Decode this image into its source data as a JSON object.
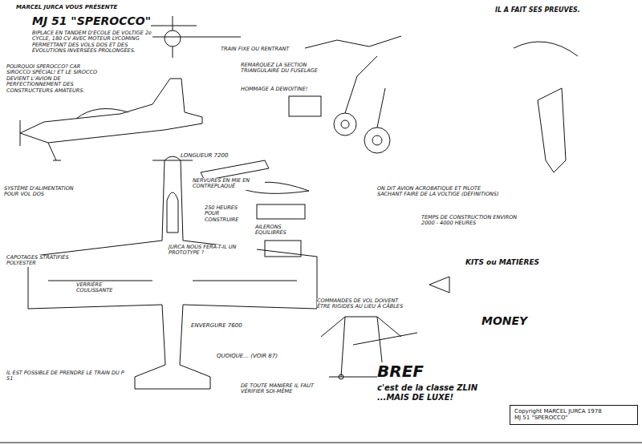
{
  "diagram": {
    "title": "MJ 51 \"SPEROCCO\"",
    "nodes": [
      {
        "text": [
          "Copyright MARCEL JURCA 1978",
          "MJ 51 \"SPEROCCO\""
        ]
      }
    ],
    "labels": [
      "MARCEL JURCA VOUS PRÉSENTE",
      "BIPLACE EN TANDEM D'ÉCOLE DE VOLTIGE 2e CYCLE, 180 CV AVEC MOTEUR LYCOMING PERMETTANT DES VOLS DOS ET DES ÉVOLUTIONS INVERSÉES PROLONGÉES.",
      "POURQUOI SPEROCCO? CAR SIROCCO SPÉCIAL! ET LE SIROCCO DEVIENT L'AVION DE PERFECTIONNEMENT DES CONSTRUCTEURS AMATEURS.",
      "LONGUEUR 7200",
      "SYSTÈME D'ALIMENTATION POUR VOL DOS",
      "CAPOTAGES STRATIFIÉS POLYESTER",
      "VERRIÈRE COULISSANTE",
      "ENVERGURE 7600",
      "NERVURES EN MIE EN CONTREPLAQUÉ",
      "AILERONS ÉQUILIBRÉS",
      "250 HEURES POUR CONSTRUIRE",
      "JURCA NOUS FERA-T-IL UN PROTOTYPE ?",
      "COMMANDES DE VOL DOIVENT ÊTRE RIGIDES AU LIEU À CÂBLES",
      "QUOIQUE... (VOIR 87)",
      "DE TOUTE MANIÈRE IL FAUT VÉRIFIER SOI-MÊME",
      "BREF",
      "c'est de la classe ZLIN ...MAIS DE LUXE!",
      "IL A FAIT SES PREUVES.",
      "ON DIT AVION ACROBATIQUE ET PILOTE SACHANT FAIRE DE LA VOLTIGE (DÉFINITIONS)",
      "TEMPS DE CONSTRUCTION ENVIRON 2000 - 4000 HEURES",
      "KITS ou MATIÈRES",
      "MONEY",
      "HOMMAGE À DEWOITINE!",
      "REMARQUEZ LA SECTION TRIANGULAIRE DU FUSELAGE",
      "TRAIN FIXE OU RENTRANT",
      "IL EST POSSIBLE DE PRENDRE LE TRAIN DU P 51"
    ]
  }
}
